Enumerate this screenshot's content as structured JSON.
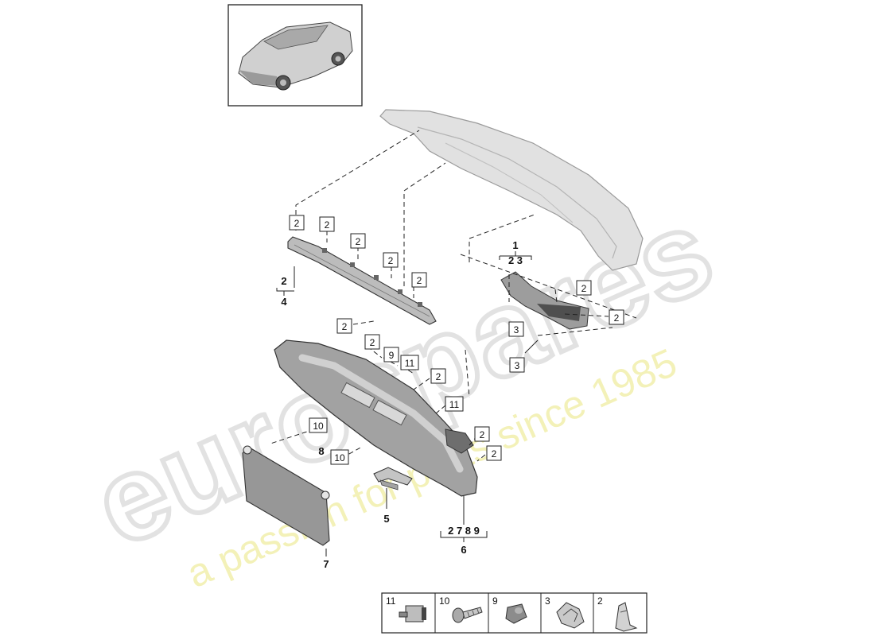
{
  "colors": {
    "line": "#222222",
    "part_fill": "#c9c9c9",
    "part_dark": "#8e8e8e",
    "watermark_gray": "#e4e4e4",
    "watermark_yellow": "#f2f0b0"
  },
  "watermark": {
    "brand": "eurospares",
    "tagline": "a passion for parts since 1985"
  },
  "callouts": {
    "c_2a": "2",
    "c_2b": "2",
    "c_2c": "2",
    "c_2d": "2",
    "c_2e": "2",
    "c_2f": "2",
    "c_2g": "2",
    "c_2h": "2",
    "c_2i": "2",
    "c_2j": "2",
    "c_2k": "2",
    "c_2l": "2",
    "c_3a": "3",
    "c_3b": "3",
    "c_9": "9",
    "c_11a": "11",
    "c_11b": "11",
    "c_10a": "10",
    "c_10b": "10"
  },
  "groups": {
    "g1": {
      "num": "1",
      "sub": "2 3"
    },
    "g4": {
      "num": "4",
      "sub": "2"
    },
    "g6": {
      "num": "6",
      "sub": "2 7  8 9"
    },
    "p5": "5",
    "p7": "7",
    "p8": "8"
  },
  "legend": [
    {
      "num": "11",
      "icon": "clip-nut-icon"
    },
    {
      "num": "10",
      "icon": "screw-icon"
    },
    {
      "num": "9",
      "icon": "grommet-icon"
    },
    {
      "num": "3",
      "icon": "spring-clip-icon"
    },
    {
      "num": "2",
      "icon": "plastic-clip-icon"
    }
  ]
}
